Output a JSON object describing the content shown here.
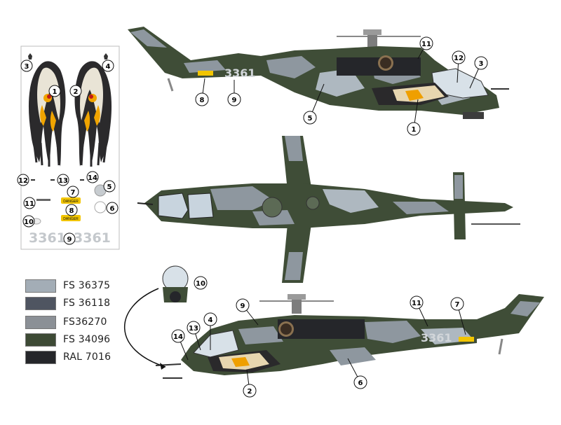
{
  "legend": [
    {
      "label": "FS 36375",
      "color": "#a3adb6"
    },
    {
      "label": "FS 36118",
      "color": "#4f5561"
    },
    {
      "label": "FS36270",
      "color": "#8b9096"
    },
    {
      "label": "FS 34096",
      "color": "#3d4a35"
    },
    {
      "label": "RAL 7016",
      "color": "#25262a"
    }
  ],
  "colors": {
    "green": "#3f4d37",
    "grey": "#8e979f",
    "light": "#aeb8c0",
    "dark": "#25262a",
    "callout_stroke": "#111111",
    "warning_yellow": "#f2c500"
  },
  "aircraft": {
    "serial": "3361"
  },
  "decal_sheet": {
    "serials": [
      "3361",
      "3361"
    ],
    "warning_labels": [
      "DANGER",
      "DANGER"
    ]
  },
  "callouts": {
    "decals": [
      "1",
      "2",
      "3",
      "4",
      "5",
      "6",
      "7",
      "8",
      "9",
      "10",
      "11",
      "12",
      "13",
      "14"
    ],
    "right_side": [
      "1",
      "3",
      "5",
      "8",
      "9",
      "11",
      "12"
    ],
    "left_side": [
      "2",
      "4",
      "6",
      "7",
      "9",
      "11",
      "13",
      "14"
    ],
    "helmet": [
      "10"
    ]
  }
}
